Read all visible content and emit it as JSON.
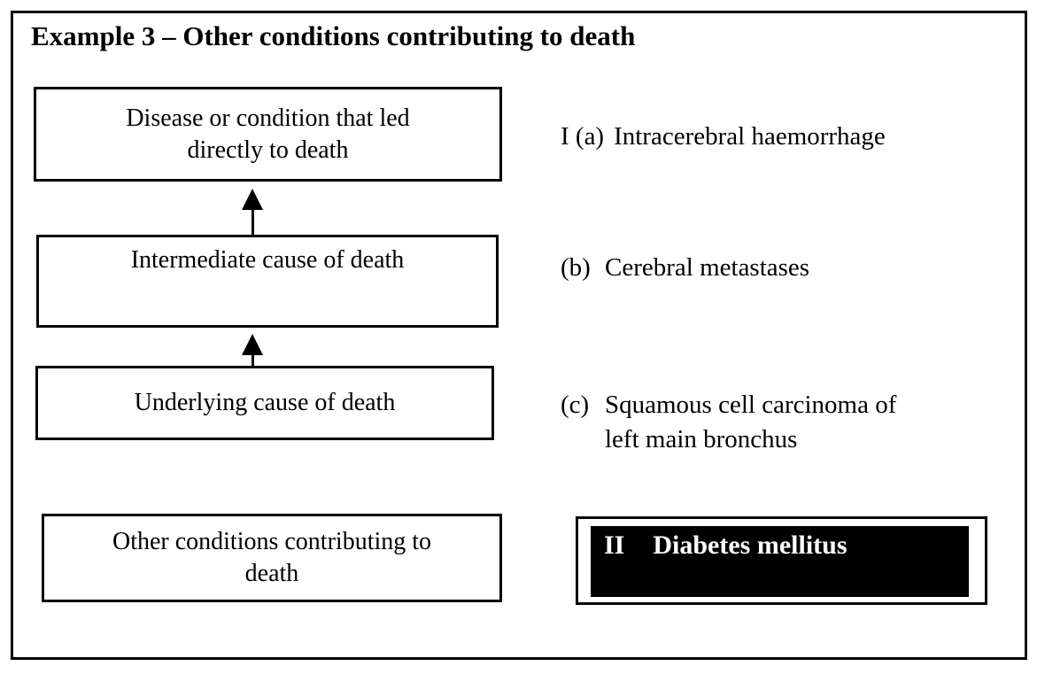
{
  "title": "Example 3 – Other conditions contributing to death",
  "flow": {
    "boxes": [
      {
        "id": "direct-cause",
        "label": "Disease or condition that led\ndirectly to death"
      },
      {
        "id": "intermediate-cause",
        "label": "Intermediate cause of death"
      },
      {
        "id": "underlying-cause",
        "label": "Underlying cause of death"
      },
      {
        "id": "other-conditions",
        "label": "Other conditions contributing to\ndeath"
      }
    ],
    "arrows": [
      {
        "from": "intermediate-cause",
        "to": "direct-cause",
        "direction": "up"
      },
      {
        "from": "underlying-cause",
        "to": "intermediate-cause",
        "direction": "up"
      }
    ],
    "entries": [
      {
        "prefix": "I (a)",
        "text": "Intracerebral haemorrhage",
        "highlighted": false
      },
      {
        "prefix": "(b)",
        "text": "Cerebral metastases",
        "highlighted": false
      },
      {
        "prefix": "(c)",
        "text": "Squamous cell carcinoma of\nleft main bronchus",
        "highlighted": false
      },
      {
        "prefix": "II",
        "text": "Diabetes mellitus",
        "highlighted": true
      }
    ]
  },
  "colors": {
    "ink": "#000000",
    "paper": "#ffffff",
    "highlight_background": "#000000",
    "highlight_text": "#ffffff"
  }
}
